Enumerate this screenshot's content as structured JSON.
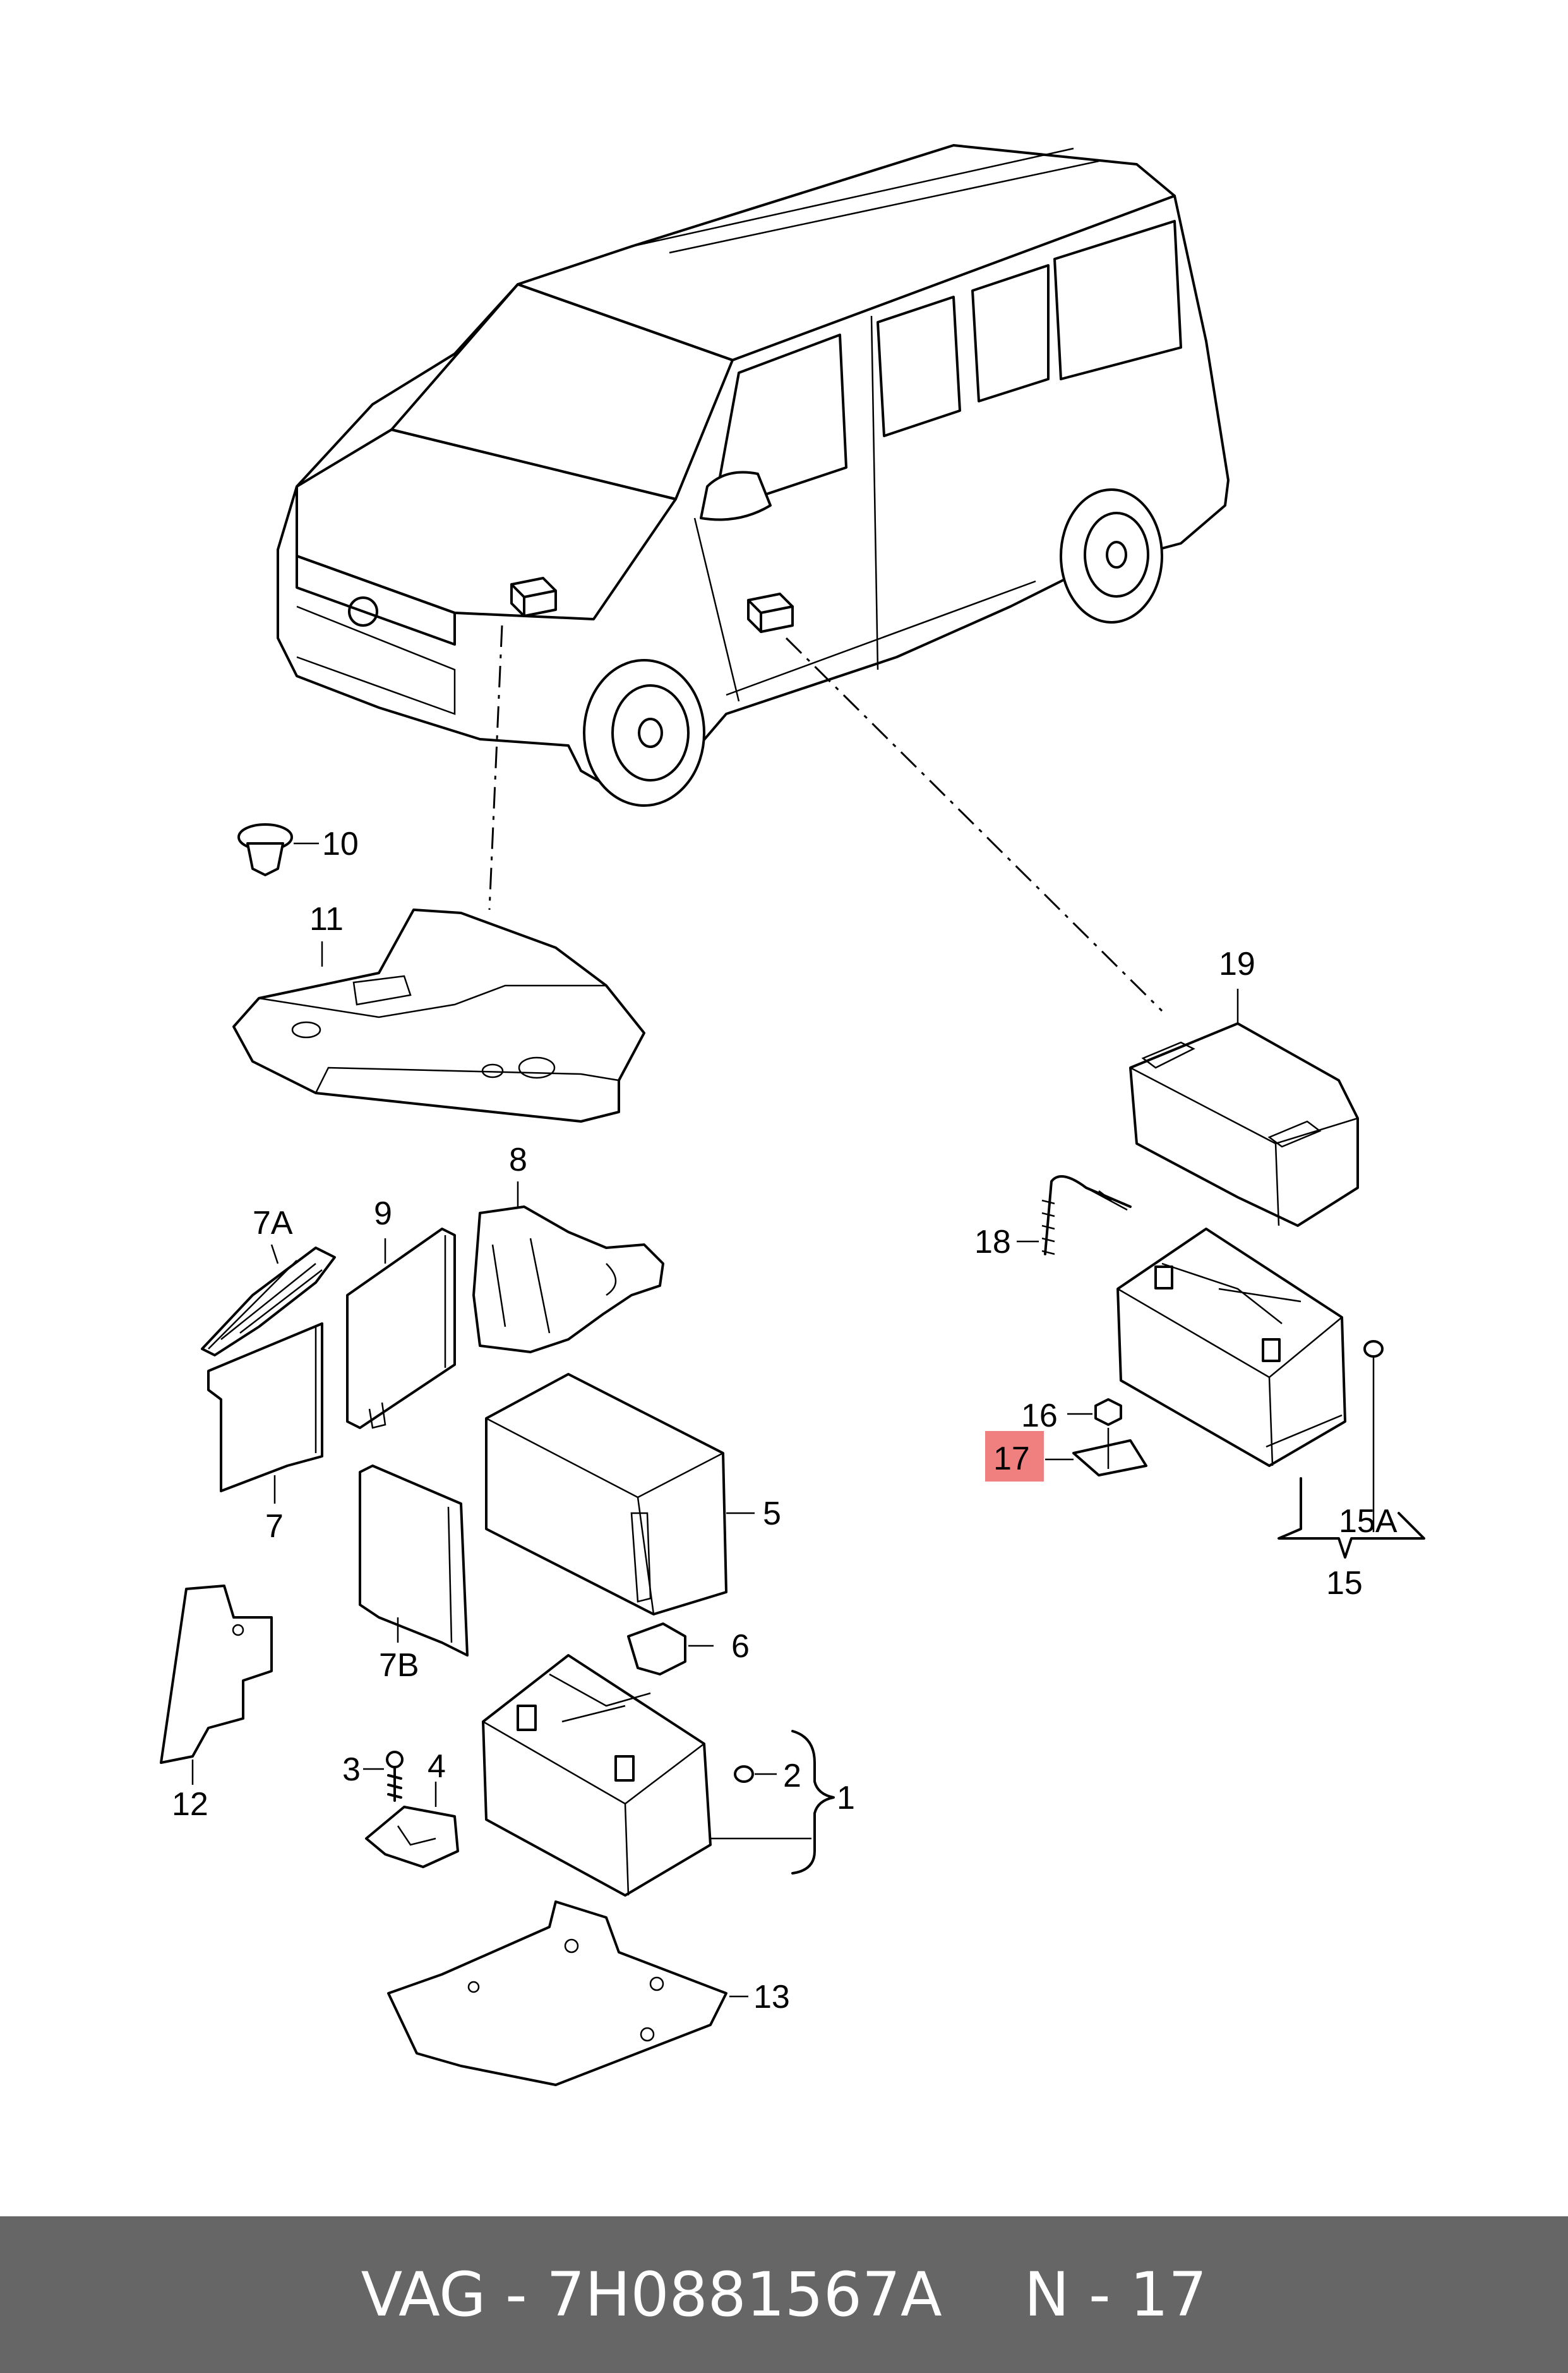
{
  "callouts": {
    "c1": "1",
    "c2": "2",
    "c3": "3",
    "c4": "4",
    "c5": "5",
    "c6": "6",
    "c7": "7",
    "c7a": "7A",
    "c7b": "7B",
    "c8": "8",
    "c9": "9",
    "c10": "10",
    "c11": "11",
    "c12": "12",
    "c13": "13",
    "c15": "15",
    "c15a": "15A",
    "c16": "16",
    "c17": "17",
    "c18": "18",
    "c19": "19"
  },
  "highlight": {
    "callout": "17",
    "color": "#f08080"
  },
  "footer": {
    "brand": "VAG",
    "part_number": "7H0881567A",
    "position_label": "N - 17",
    "background": "#666666",
    "text_color": "#ffffff"
  }
}
